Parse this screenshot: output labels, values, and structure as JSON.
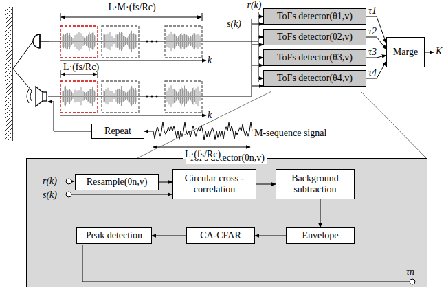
{
  "diagram": {
    "nodes": [
      {
        "text": [
          "ToFs detector(θ1,v)"
        ]
      },
      {
        "text": [
          "ToFs detector(θ2,v)"
        ]
      },
      {
        "text": [
          "ToFs detector(θ3,v)"
        ]
      },
      {
        "text": [
          "ToFs detector(θ4,v)"
        ]
      },
      {
        "text": [
          "Marge"
        ]
      },
      {
        "text": [
          "Repeat"
        ]
      },
      {
        "text": [
          "ToFs detector(θn,v)"
        ]
      },
      {
        "text": [
          "Resample(θn,v)"
        ],
        "in": 6
      },
      {
        "text": [
          "Circular cross -correlation"
        ],
        "in": 6
      },
      {
        "text": [
          "Background subtraction"
        ],
        "in": 6
      },
      {
        "text": [
          "Envelope"
        ],
        "in": 6
      },
      {
        "text": [
          "CA-CFAR"
        ],
        "in": 6
      },
      {
        "text": [
          "Peak detection"
        ],
        "in": 6
      }
    ],
    "edges": [
      {
        "from": 0,
        "to": 4,
        "label": "τ1",
        "arrow": "to"
      },
      {
        "from": 1,
        "to": 4,
        "label": "τ2",
        "arrow": "to"
      },
      {
        "from": 2,
        "to": 4,
        "label": "τ3",
        "arrow": "to"
      },
      {
        "from": 3,
        "to": 4,
        "label": "τ4",
        "arrow": "to"
      },
      {
        "from": 7,
        "to": 8,
        "arrow": "to"
      },
      {
        "from": 8,
        "to": 9,
        "arrow": "to"
      },
      {
        "from": 9,
        "to": 10,
        "arrow": "to"
      },
      {
        "from": 10,
        "to": 11,
        "arrow": "to"
      },
      {
        "from": 11,
        "to": 12,
        "arrow": "to"
      }
    ],
    "labels": [
      "L·M·(fs/Rc)",
      "L·(fs/Rc)",
      "r(k)",
      "s(k)",
      "k",
      "k",
      "M-sequence signal",
      "L·(fs/Rc)",
      "K",
      "r(k)",
      "s(k)",
      "τn"
    ]
  }
}
